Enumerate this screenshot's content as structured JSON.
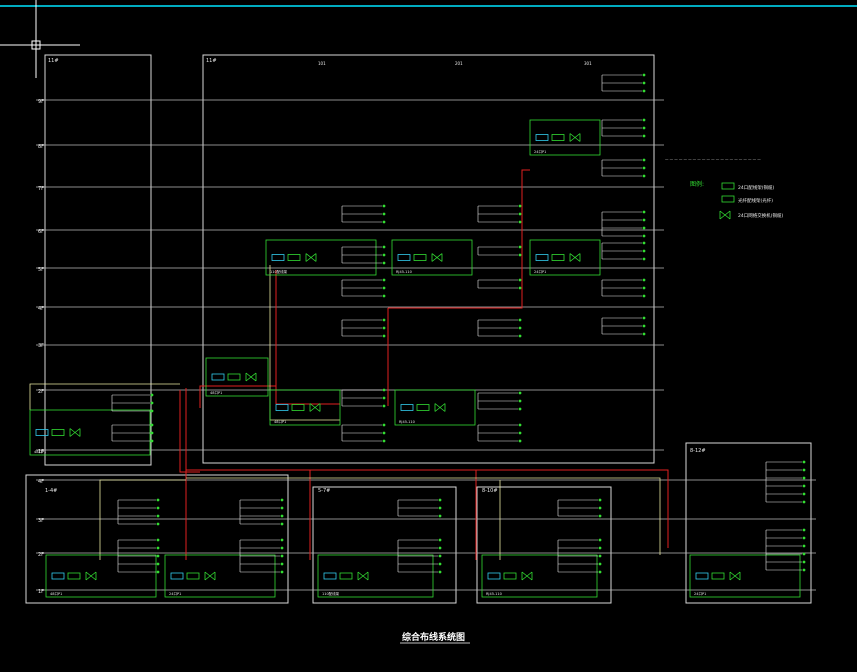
{
  "title": "综合布线系统图",
  "colors": {
    "background": "#000000",
    "frame": "#d9d9d9",
    "cable": "#e02020",
    "equipment": "#33dd33",
    "device": "#33ccee",
    "text": "#e8e8e8",
    "accent": "#00e5ff"
  },
  "floor_labels": [
    "9F",
    "8F",
    "7F",
    "6F",
    "5F",
    "4F",
    "3F",
    "2F",
    "1F",
    "4F",
    "3F",
    "2F",
    "1F"
  ],
  "legend": {
    "heading": "图例:",
    "items": [
      "24口配线架(铜缆)",
      "光纤配线架(光纤)",
      "24口网络交换机(铜缆)"
    ]
  },
  "sub_buildings": [
    "1-4#",
    "5-7#",
    "8-10#",
    "11#",
    "8-12#"
  ],
  "rooms": [
    "101",
    "201",
    "301"
  ],
  "device_labels": [
    "24口P1",
    "48口P1",
    "110配线架",
    "RJ45-110"
  ]
}
